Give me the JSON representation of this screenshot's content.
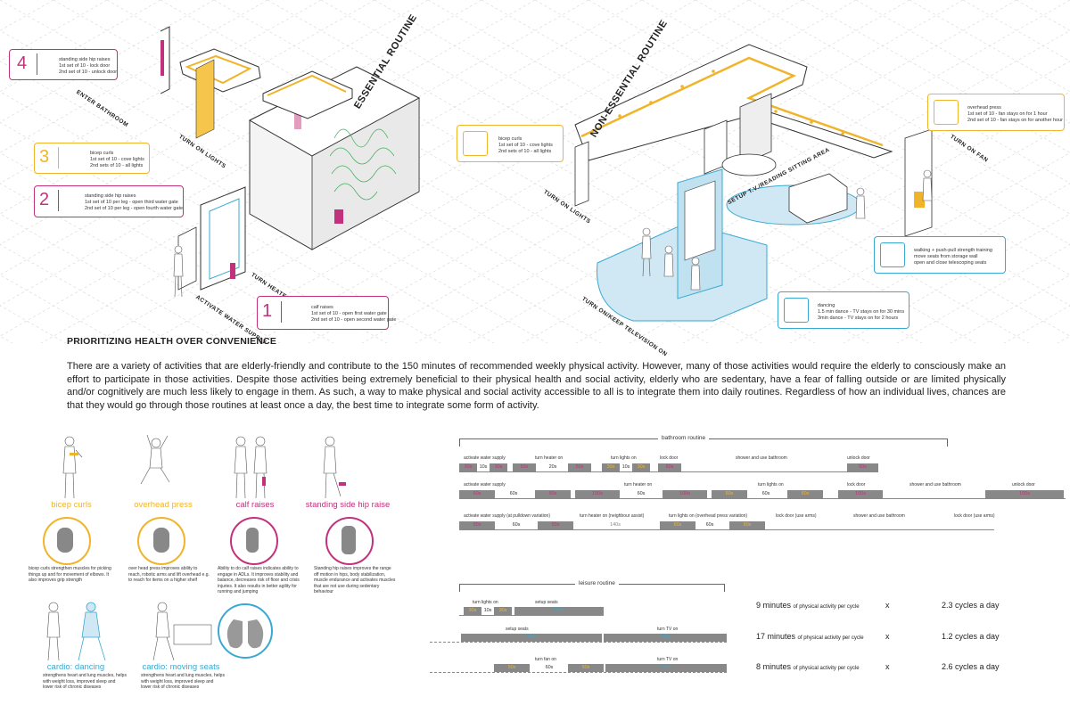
{
  "top_labels": {
    "essential": "ESSENTIAL ROUTINE",
    "non_essential": "NON-ESSENTIAL ROUTINE",
    "enter_bathroom": "ENTER BATHROOM",
    "turn_on_lights_left": "TURN ON LIGHTS",
    "turn_heater_on": "TURN HEATER ON",
    "activate_water": "ACTIVATE WATER SUPPLY",
    "turn_on_lights_right": "TURN ON LIGHTS",
    "setup_seats": "SETUP T.V./READING SITTING AREA",
    "turn_tv_on": "TURN ON/KEEP TELEVISION ON",
    "turn_on_fan": "TURN ON FAN"
  },
  "callouts": {
    "c4": {
      "num": "4",
      "lines": [
        "standing side hip raises",
        "1st set of 10 - lock door",
        "2nd set of 10 - unlock door"
      ]
    },
    "c3": {
      "num": "3",
      "lines": [
        "bicep curls",
        "1st set of 10 - cove lights",
        "2nd sets of 10 - all lights"
      ]
    },
    "c2": {
      "num": "2",
      "lines": [
        "standing side hip raises",
        "1st set of 10 per leg - open third water gate",
        "2nd set of 10 per leg - open fourth water gate"
      ]
    },
    "c1": {
      "num": "1",
      "lines": [
        "calf raises",
        "1st set of 10 - open first water gate",
        "2nd set of 10 - open second water gate"
      ]
    },
    "cr_bicep": {
      "lines": [
        "bicep curls",
        "1st set of 10 - cove lights",
        "2nd sets of 10 - all lights"
      ]
    },
    "cr_press": {
      "lines": [
        "overhead press",
        "1st set of 10 - fan stays on for 1 hour",
        "2nd set of 10 - fan stays on for another hour"
      ]
    },
    "cr_walk": {
      "lines": [
        "walking + push-pull strength training",
        "move seats from storage wall",
        "open and close telescoping seats"
      ]
    },
    "cr_dance": {
      "lines": [
        "dancing",
        "1.5 min dance - TV stays on for 30 mins",
        "3min dance - TV stays on for 2 hours"
      ]
    }
  },
  "section": {
    "heading": "PRIORITIZING HEALTH OVER CONVENIENCE",
    "paragraph": "There are a variety of activities that are elderly-friendly and contribute to the 150 minutes of recommended weekly physical activity. However, many of those activities would require the elderly to consciously make an effort to participate in those activities. Despite those activities being extremely beneficial to their physical health and social activity, elderly who are sedentary, have a fear of falling outside or are limited physically and/or cognitively are much less likely to engage in them. As such, a way to make physical and social activity accessible to all is to integrate them into daily routines. Regardless of how an individual lives, chances are that they would go through those routines at least once a day, the best time to integrate some form of activity."
  },
  "exercises": [
    {
      "name": "bicep curls",
      "desc": "bicep curls strengthen muscles for picking things up and for movement of elbows. It also improves grip strength",
      "color": "#f0b42a"
    },
    {
      "name": "overhead press",
      "desc": "over head press improves ability to reach, robotic arms and lift overhead e.g. to reach for items on a higher shelf",
      "color": "#f0b42a"
    },
    {
      "name": "calf raises",
      "desc": "Ability to do calf raises indicates ability to engage in ADLs. It improves stability and balance, decreases risk of floor and crisis injuries. It also results in better agility for running and jumping",
      "color": "#c2327c"
    },
    {
      "name": "standing side hip raise",
      "desc": "Standing hip raises improves the range off motion in hips, body stabilization, muscle endurance and activates muscles that are not use during sedentary behaviour",
      "color": "#c2327c"
    }
  ],
  "cardio": [
    {
      "name": "cardio: dancing",
      "desc": "strengthens heart and lung muscles, helps with weight loss, improved sleep and lower risk of chronic diseases"
    },
    {
      "name": "cardio: moving seats",
      "desc": "strengthens heart and lung muscles, helps with weight loss, improved sleep and lower risk of chronic diseases"
    }
  ],
  "bathroom_routine": {
    "title": "bathroom routine",
    "row1_labels": [
      "activate water supply",
      "turn heater on",
      "turn lights on",
      "lock door",
      "shower and use bathroom",
      "unlock door"
    ],
    "row1_segs": [
      "30s",
      "10s",
      "30s",
      "50s",
      "20s",
      "50s",
      "30s",
      "10s",
      "30s",
      "50s",
      "50s"
    ],
    "row2_labels": [
      "activate water supply",
      "turn heater on",
      "turn lights on",
      "lock door",
      "shower and use bathroom",
      "unlock door"
    ],
    "row2_segs": [
      "60s",
      "60s",
      "60s",
      "100s",
      "60s",
      "100s",
      "60s",
      "60s",
      "60s",
      "100s",
      "100s"
    ],
    "row3_labels": [
      "activate water supply (at pulldown variation)",
      "turn heater on (neighbour assist)",
      "turn lights on (overhead press variation)",
      "lock door (use arms)",
      "shower and use bathroom",
      "lock door (use arms)"
    ],
    "row3_segs": [
      "50s",
      "60s",
      "50s",
      "140s",
      "60s",
      "60s",
      "60s"
    ]
  },
  "leisure_routine": {
    "title": "leisure routine",
    "row1_labels": [
      "turn lights on",
      "setup seats"
    ],
    "row1_segs": [
      "30s",
      "10s",
      "30s",
      "150s"
    ],
    "row2_labels": [
      "setup seats",
      "turn TV on"
    ],
    "row2_segs": [
      "300s",
      "720s"
    ],
    "row3_labels": [
      "turn fan on",
      "turn TV on"
    ],
    "row3_segs": [
      "50s",
      "60s",
      "50s",
      "720s"
    ]
  },
  "stats": [
    {
      "minutes": "9 minutes",
      "unit": "of physical activity per cycle",
      "x": "x",
      "cycles": "2.3 cycles a day"
    },
    {
      "minutes": "17 minutes",
      "unit": "of physical activity per cycle",
      "x": "x",
      "cycles": "1.2 cycles a day"
    },
    {
      "minutes": "8 minutes",
      "unit": "of physical activity per cycle",
      "x": "x",
      "cycles": "2.6  cycles a day"
    }
  ],
  "colors": {
    "pink": "#c2327c",
    "yellow": "#f0b42a",
    "blue": "#3aa9d2",
    "grey": "#888888"
  }
}
